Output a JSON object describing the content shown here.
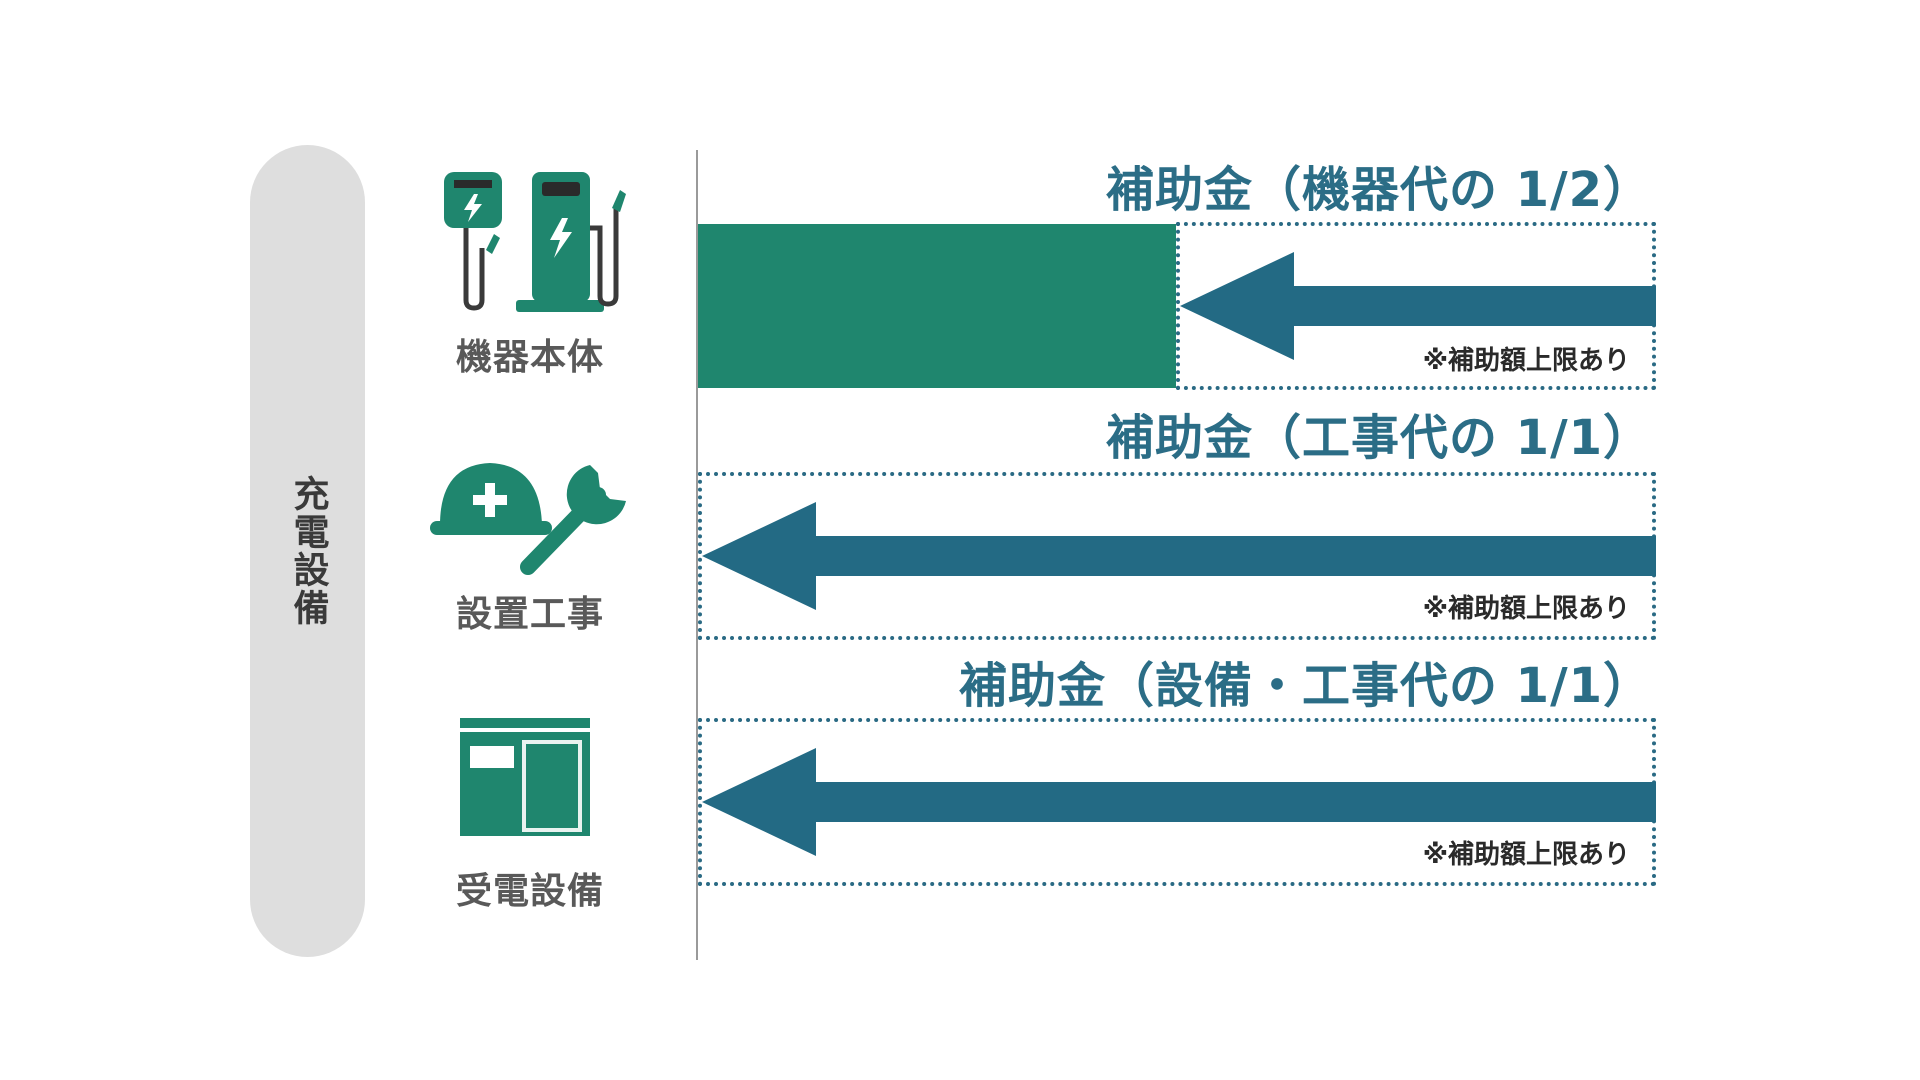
{
  "category_label": "充電設備",
  "colors": {
    "green": "#1f866e",
    "arrow": "#236a84",
    "title": "#2b6d86",
    "pill": "#dedede"
  },
  "rows": [
    {
      "icon": "ev-charger-icon",
      "label": "機器本体",
      "title": "補助金（機器代の 1/2）",
      "note": "※補助額上限あり",
      "covered_fraction": 0.5
    },
    {
      "icon": "hardhat-wrench-icon",
      "label": "設置工事",
      "title": "補助金（工事代の 1/1）",
      "note": "※補助額上限あり",
      "covered_fraction": 1.0
    },
    {
      "icon": "power-cabinet-icon",
      "label": "受電設備",
      "title": "補助金（設備・工事代の 1/1）",
      "note": "※補助額上限あり",
      "covered_fraction": 1.0
    }
  ]
}
